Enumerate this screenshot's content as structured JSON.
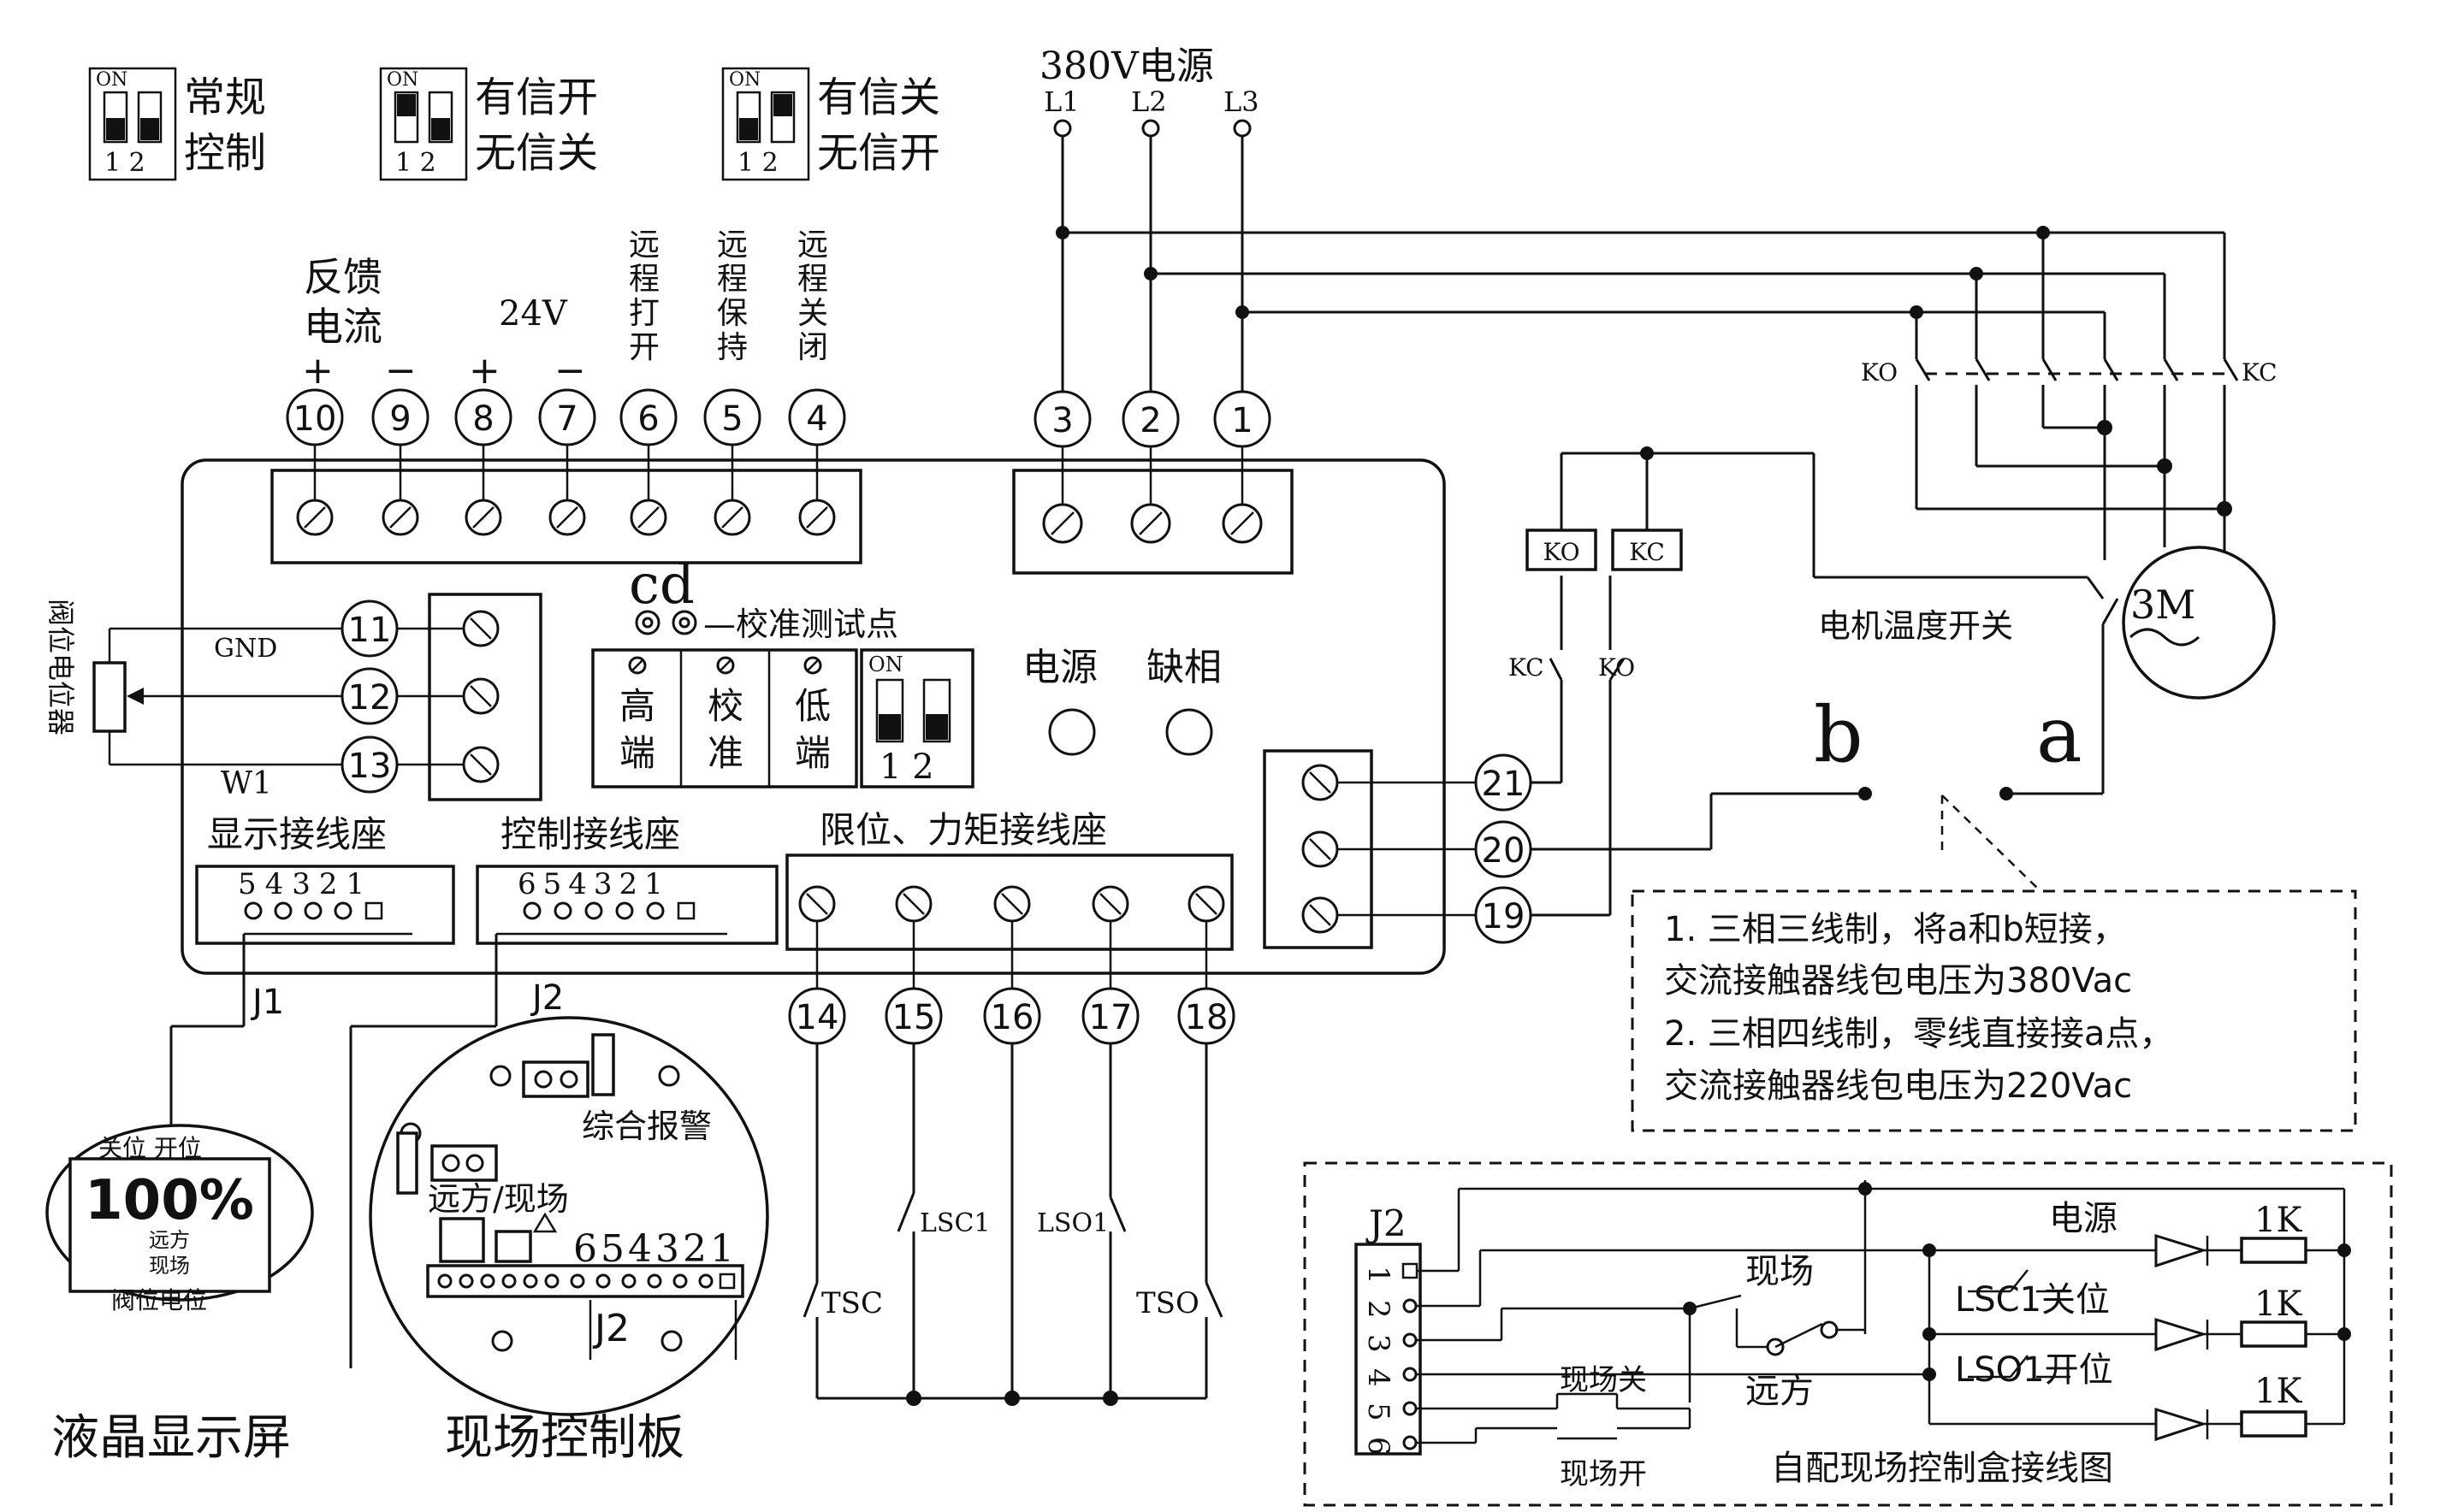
{
  "dip_switches": [
    {
      "on_label": "ON",
      "pins": "1 2",
      "line1": "常规",
      "line2": "控制"
    },
    {
      "on_label": "ON",
      "pins": "1 2",
      "line1": "有信开",
      "line2": "无信关"
    },
    {
      "on_label": "ON",
      "pins": "1 2",
      "line1": "有信关",
      "line2": "无信开"
    }
  ],
  "power": {
    "title": "380V电源",
    "phases": [
      "L1",
      "L2",
      "L3"
    ]
  },
  "top_labels": {
    "feedback_line1": "反馈",
    "feedback_line2": "电流",
    "plus": "+",
    "minus": "−",
    "v24": "24V",
    "remote_open": [
      "远",
      "程",
      "打",
      "开"
    ],
    "remote_hold": [
      "远",
      "程",
      "保",
      "持"
    ],
    "remote_close": [
      "远",
      "程",
      "关",
      "闭"
    ]
  },
  "terminals": [
    "10",
    "9",
    "8",
    "7",
    "6",
    "5",
    "4",
    "3",
    "2",
    "1",
    "11",
    "12",
    "13",
    "21",
    "20",
    "19",
    "14",
    "15",
    "16",
    "17",
    "18"
  ],
  "panel": {
    "cd": "cd",
    "test_point": "—校准测试点",
    "cal_labels": [
      [
        "高",
        "端"
      ],
      [
        "校",
        "准"
      ],
      [
        "低",
        "端"
      ]
    ],
    "power_lbl": "电源",
    "phase_lbl": "缺相",
    "gnd": "GND",
    "w1": "W1",
    "pot_label": "阀位电位器",
    "display_conn": "显示接线座",
    "control_conn": "控制接线座",
    "limit_conn": "限位、力矩接线座",
    "pins_6": "654321",
    "pins_5": "54321",
    "dip_pins": "1 2",
    "on": "ON"
  },
  "connectors": {
    "j1": "J1",
    "j2": "J2"
  },
  "contactors": {
    "ko": "KO",
    "kc": "KC"
  },
  "motor": {
    "label": "3M",
    "temp_switch": "电机温度开关"
  },
  "points": {
    "a": "a",
    "b": "b"
  },
  "switches": {
    "lsc1": "LSC1",
    "lso1": "LSO1",
    "tsc": "TSC",
    "tso": "TSO"
  },
  "notes": [
    "1. 三相三线制，将a和b短接，",
    "交流接触器线包电压为380Vac",
    "2. 三相四线制，零线直接接a点，",
    "交流接触器线包电压为220Vac"
  ],
  "lcd": {
    "top": "关位  开位",
    "value": "100%",
    "mid1": "远方",
    "mid2": "现场",
    "bottom": "阀位电位"
  },
  "field_board": {
    "alarm": "综合报警",
    "remote_local": "远方/现场",
    "pins": "654321",
    "j2": "J2"
  },
  "captions": {
    "lcd": "液晶显示屏",
    "board": "现场控制板"
  },
  "box": {
    "j2": "J2",
    "pins": [
      "1",
      "2",
      "3",
      "4",
      "5",
      "6"
    ],
    "power": "电源",
    "local": "现场",
    "remote": "远方",
    "lsc1_close": "LSC1关位",
    "lso1_open": "LSO1开位",
    "r1k": "1K",
    "local_close": "现场关",
    "local_open": "现场开",
    "caption": "自配现场控制盒接线图"
  }
}
